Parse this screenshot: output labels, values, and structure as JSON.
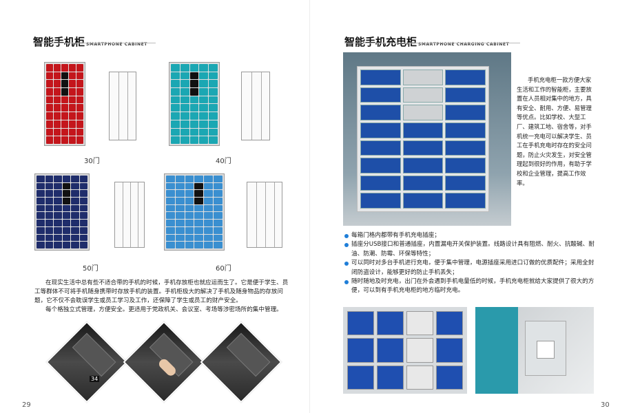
{
  "left_page": {
    "title": "智能手机柜",
    "title_en": "SMARTPHONE CABINET",
    "page_number": "29",
    "products": [
      {
        "caption": "30门",
        "color": "#c4161c"
      },
      {
        "caption": "40门",
        "color": "#1ba7b3"
      },
      {
        "caption": "50门",
        "color": "#1f2d6b"
      },
      {
        "caption": "60门",
        "color": "#3a8fd0"
      }
    ],
    "paragraph1": "在现实生活中总有些不适合带的手机的时候，手机存放柜也就应运而生了。它是便于学生、员工等群体不可将手机随身携带时存放手机的装置。手机柜极大的解决了手机及随身物品的存放问题，它不仅不会耽误学生或员工学习及工作，还保障了学生或员工的财产安全。",
    "paragraph2": "每个格独立式管理，方便安全。更适用于党政机关、会议室、考场等涉密场所的集中管理。",
    "diamond_labels": [
      "34",
      "",
      ""
    ]
  },
  "right_page": {
    "title": "智能手机充电柜",
    "title_en": "SMARTPHONE CHARGING CABINET",
    "page_number": "30",
    "intro": "手机充电柜一款方便大家生活和工作的智能柜，主要放置在人员相对集中的地方，具有安全、耐用、方便、易管理等优点。比如学校、大型工厂、建筑工地、宿舍等，对手机统一充电可以解决学生、员工在手机充电时存在的安全问题，防止火灾发生，对安全管理起到很好的作用，有助于学校和企业管理，提高工作效率。",
    "bullets": [
      "每箱门格内都带有手机充电插座；",
      "插座分USB接口和普通插座，内置漏电开关保护装置。线路设计具有阻燃、耐火、抗酸碱、耐油、防潮、防霉、环保等特性；",
      "可以同时对多台手机进行充电，便于集中管理，电源插座采用进口订做的优质配件；采用全封闭防盗设计，能够更好的防止手机丢失；",
      "随时随地及时充电，出门在外会遇到手机电量低的时候，手机充电柜就给大家提供了很大的方便，可以到有手机充电柜的地方临时充电。"
    ],
    "accent_color": "#1f7ed8"
  }
}
